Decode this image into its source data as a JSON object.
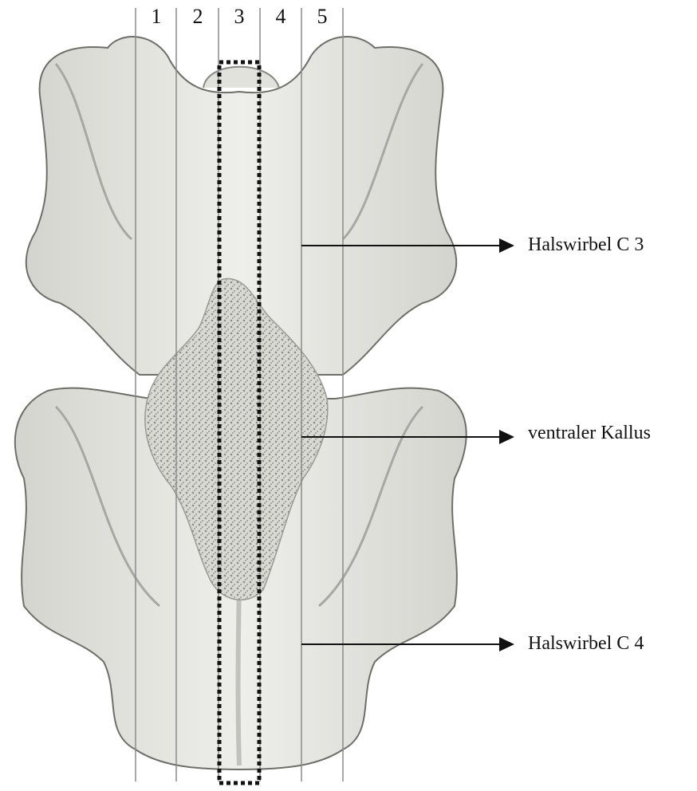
{
  "figure": {
    "columns": [
      "1",
      "2",
      "3",
      "4",
      "5"
    ],
    "highlighted_column": "3",
    "labels": {
      "c3": "Halswirbel C 3",
      "callus": "ventraler Kallus",
      "c4": "Halswirbel C 4"
    },
    "colors": {
      "background": "#ffffff",
      "bone_fill": "#e9e9e6",
      "bone_shade": "#bdbdb8",
      "bone_outline": "#6f6f6a",
      "guide_line": "#8a8a8a",
      "highlight_box": "#111111",
      "callus_fill": "#cfcfca"
    }
  }
}
